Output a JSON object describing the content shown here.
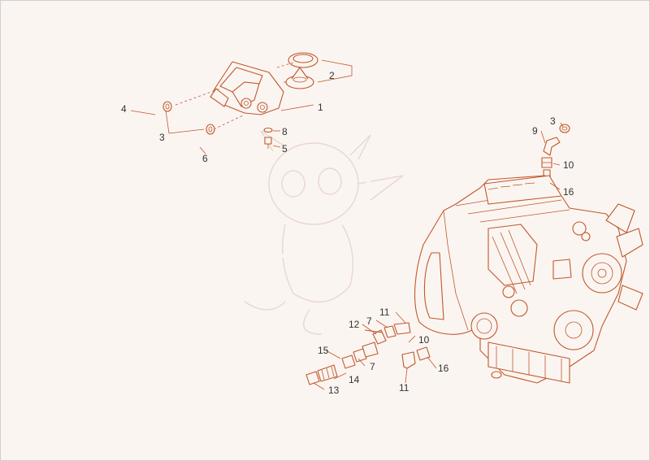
{
  "callouts": [
    {
      "id": "c1",
      "label": "1"
    },
    {
      "id": "c2",
      "label": "2"
    },
    {
      "id": "c3a",
      "label": "3"
    },
    {
      "id": "c3b",
      "label": "3"
    },
    {
      "id": "c4",
      "label": "4"
    },
    {
      "id": "c5",
      "label": "5"
    },
    {
      "id": "c6",
      "label": "6"
    },
    {
      "id": "c7a",
      "label": "7"
    },
    {
      "id": "c7b",
      "label": "7"
    },
    {
      "id": "c8",
      "label": "8"
    },
    {
      "id": "c9",
      "label": "9"
    },
    {
      "id": "c10a",
      "label": "10"
    },
    {
      "id": "c10b",
      "label": "10"
    },
    {
      "id": "c11a",
      "label": "11"
    },
    {
      "id": "c11b",
      "label": "11"
    },
    {
      "id": "c12",
      "label": "12"
    },
    {
      "id": "c13",
      "label": "13"
    },
    {
      "id": "c14",
      "label": "14"
    },
    {
      "id": "c15",
      "label": "15"
    },
    {
      "id": "c16a",
      "label": "16"
    },
    {
      "id": "c16b",
      "label": "16"
    }
  ],
  "colors": {
    "line": "#c0582c",
    "background": "#fbf5f1",
    "text": "#333333",
    "watermark": "#e9d9cf"
  }
}
